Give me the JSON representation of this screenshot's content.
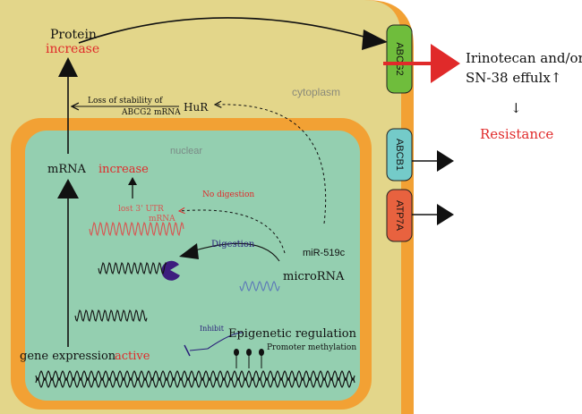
{
  "colors": {
    "membrane": "#f2a134",
    "cytoplasm": "#e3d68a",
    "nucleus": "#94cfb0",
    "red": "#e02a2a",
    "abcg2": "#6fbd3c",
    "abcb1": "#74cbc9",
    "atp7a": "#e8623f",
    "pacman": "#3d1d7e",
    "purple_text": "#2a1f7a",
    "dark": "#111111",
    "mrna_red": "#d9534f",
    "mirna_blue": "#5b76b8"
  },
  "labels": {
    "protein": "Protein",
    "protein_increase": "increase",
    "cytoplasm": "cytoplasm",
    "nuclear": "nuclear",
    "loss_line1": "Loss of stability of",
    "loss_line2": "ABCG2 mRNA",
    "hur": "HuR",
    "mrna": "mRNA",
    "mrna_increase": "increase",
    "lost_utr_line1": "lost 3' UTR",
    "lost_utr_line2": "mRNA",
    "no_digestion": "No digestion",
    "digestion": "Digestion",
    "mir": "miR-519c",
    "microrna": "microRNA",
    "inhibit": "Inhibit",
    "epigenetic": "Epigenetic regulation",
    "promoter": "Promoter methylation",
    "gene_expression": "gene expression",
    "active": "active"
  },
  "transporters": [
    {
      "name": "ABCG2",
      "color_key": "abcg2"
    },
    {
      "name": "ABCB1",
      "color_key": "abcb1"
    },
    {
      "name": "ATP7A",
      "color_key": "atp7a"
    }
  ],
  "outcome": {
    "line1": "Irinotecan and/or",
    "line2": "SN-38 effulx↑",
    "down_arrow": "↓",
    "resistance": "Resistance"
  }
}
